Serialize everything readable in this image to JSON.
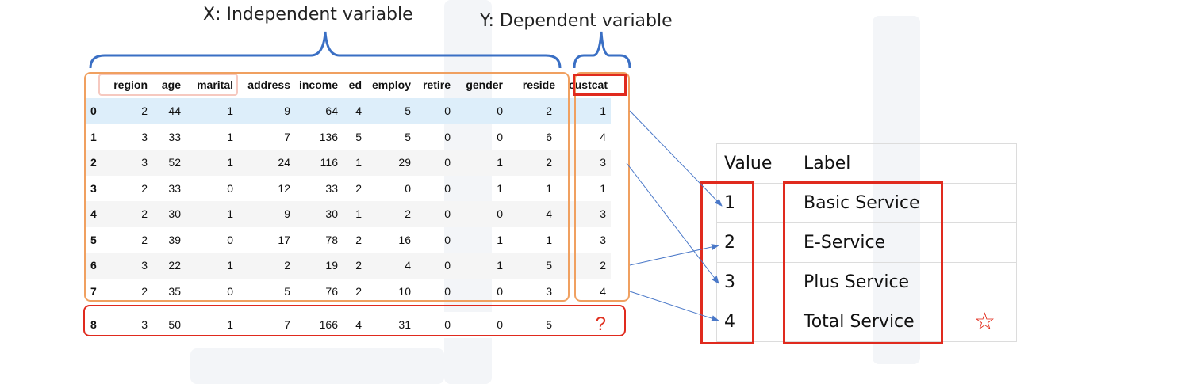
{
  "annotations": {
    "x_label": "X: Independent variable",
    "y_label": "Y: Dependent variable"
  },
  "data_table": {
    "columns": [
      "",
      "region",
      "age",
      "marital",
      "address",
      "income",
      "ed",
      "employ",
      "retire",
      "gender",
      "reside",
      "custcat"
    ],
    "rows": [
      [
        "0",
        "2",
        "44",
        "1",
        "9",
        "64",
        "4",
        "5",
        "0",
        "0",
        "2",
        "1"
      ],
      [
        "1",
        "3",
        "33",
        "1",
        "7",
        "136",
        "5",
        "5",
        "0",
        "0",
        "6",
        "4"
      ],
      [
        "2",
        "3",
        "52",
        "1",
        "24",
        "116",
        "1",
        "29",
        "0",
        "1",
        "2",
        "3"
      ],
      [
        "3",
        "2",
        "33",
        "0",
        "12",
        "33",
        "2",
        "0",
        "0",
        "1",
        "1",
        "1"
      ],
      [
        "4",
        "2",
        "30",
        "1",
        "9",
        "30",
        "1",
        "2",
        "0",
        "0",
        "4",
        "3"
      ],
      [
        "5",
        "2",
        "39",
        "0",
        "17",
        "78",
        "2",
        "16",
        "0",
        "1",
        "1",
        "3"
      ],
      [
        "6",
        "3",
        "22",
        "1",
        "2",
        "19",
        "2",
        "4",
        "0",
        "1",
        "5",
        "2"
      ],
      [
        "7",
        "2",
        "35",
        "0",
        "5",
        "76",
        "2",
        "10",
        "0",
        "0",
        "3",
        "4"
      ]
    ],
    "new_row": [
      "8",
      "3",
      "50",
      "1",
      "7",
      "166",
      "4",
      "31",
      "0",
      "0",
      "5",
      "?"
    ]
  },
  "label_table": {
    "headers": [
      "Value",
      "Label"
    ],
    "rows": [
      [
        "1",
        "Basic Service"
      ],
      [
        "2",
        "E-Service"
      ],
      [
        "3",
        "Plus Service"
      ],
      [
        "4",
        "Total Service"
      ]
    ]
  },
  "colors": {
    "brace": "#3a6fc4",
    "orange_box": "#f0a060",
    "red_box": "#e02a1e",
    "arrow": "#4a78c8"
  },
  "icons": [
    "star-icon"
  ]
}
